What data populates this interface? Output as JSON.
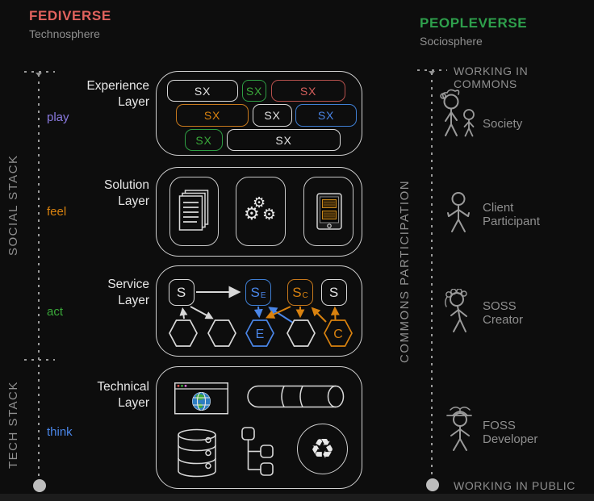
{
  "header": {
    "left": {
      "title": "FEDIVERSE",
      "subtitle": "Technosphere"
    },
    "right": {
      "title": "PEOPLEVERSE",
      "subtitle": "Sociosphere"
    }
  },
  "left_rail": {
    "social_stack_label": "SOCIAL STACK",
    "tech_stack_label": "TECH STACK",
    "verbs": [
      {
        "label": "play",
        "color": "#8a7ae0"
      },
      {
        "label": "feel",
        "color": "#d9820f"
      },
      {
        "label": "act",
        "color": "#3aa83a"
      },
      {
        "label": "think",
        "color": "#4a86e8"
      }
    ]
  },
  "layers": [
    {
      "id": "experience",
      "title": [
        "Experience",
        "Layer"
      ]
    },
    {
      "id": "solution",
      "title": [
        "Solution",
        "Layer"
      ]
    },
    {
      "id": "service",
      "title": [
        "Service",
        "Layer"
      ]
    },
    {
      "id": "technical",
      "title": [
        "Technical",
        "Layer"
      ]
    }
  ],
  "experience": {
    "pills": [
      {
        "label": "SX",
        "color": "#d8d8d8"
      },
      {
        "label": "SX",
        "color": "#2f9e44"
      },
      {
        "label": "SX",
        "color": "#d65f5c"
      },
      {
        "label": "SX",
        "color": "#d9820f"
      },
      {
        "label": "SX",
        "color": "#d8d8d8"
      },
      {
        "label": "SX",
        "color": "#4a86e8"
      },
      {
        "label": "SX",
        "color": "#2f9e44"
      },
      {
        "label": "SX",
        "color": "#d8d8d8"
      }
    ]
  },
  "solution": {
    "icons": [
      "documents-icon",
      "gears-icon",
      "mobile-app-icon"
    ],
    "gear_glyph": "⚙"
  },
  "service": {
    "squares": [
      {
        "main": "S",
        "sub": "",
        "color": "#d8d8d8"
      },
      {
        "main": "S",
        "sub": "E",
        "color": "#4a86e8"
      },
      {
        "main": "S",
        "sub": "C",
        "color": "#d9820f"
      },
      {
        "main": "S",
        "sub": "",
        "color": "#d8d8d8"
      }
    ],
    "hexagons": [
      {
        "label": "",
        "color": "#d8d8d8"
      },
      {
        "label": "",
        "color": "#d8d8d8"
      },
      {
        "label": "E",
        "color": "#4a86e8"
      },
      {
        "label": "",
        "color": "#d8d8d8"
      },
      {
        "label": "C",
        "color": "#d9820f"
      }
    ],
    "arrows": [
      {
        "from": "hexagon-1",
        "to": "S-1",
        "color": "white"
      },
      {
        "from": "S-1",
        "to": "hexagon-2",
        "color": "white"
      },
      {
        "from": "S-1",
        "to": "S-E",
        "color": "white"
      },
      {
        "from": "S-E",
        "to": "hexagon-E",
        "color": "blue"
      },
      {
        "from": "hexagon-4",
        "to": "S-E",
        "color": "blue"
      },
      {
        "from": "S-C",
        "to": "hexagon-E",
        "color": "orange"
      },
      {
        "from": "S-C",
        "to": "hexagon-4",
        "color": "orange"
      },
      {
        "from": "hexagon-C",
        "to": "S-C",
        "color": "orange"
      },
      {
        "from": "hexagon-C",
        "to": "S-2",
        "color": "orange"
      }
    ]
  },
  "technical": {
    "icons": [
      "web-browser-icon",
      "pipeline-icon",
      "database-icon",
      "tree-icon",
      "recycle-icon"
    ],
    "recycle_glyph": "♻"
  },
  "right_rail": {
    "top_label": "WORKING IN COMMONS",
    "bottom_label": "WORKING IN PUBLIC",
    "vertical_label": "COMMONS PARTICIPATION",
    "roles": [
      {
        "lines": [
          "Society"
        ]
      },
      {
        "lines": [
          "Client",
          "Participant"
        ]
      },
      {
        "lines": [
          "SOSS",
          "Creator"
        ]
      },
      {
        "lines": [
          "FOSS",
          "Developer"
        ]
      }
    ]
  },
  "colors": {
    "background": "#0d0d0d",
    "red": "#e2635e",
    "green": "#2ea04c",
    "orange": "#d9820f",
    "blue": "#4a86e8",
    "purple": "#8a7ae0",
    "grey_text": "#8f8f8f",
    "light_stroke": "#d8d8d8"
  }
}
